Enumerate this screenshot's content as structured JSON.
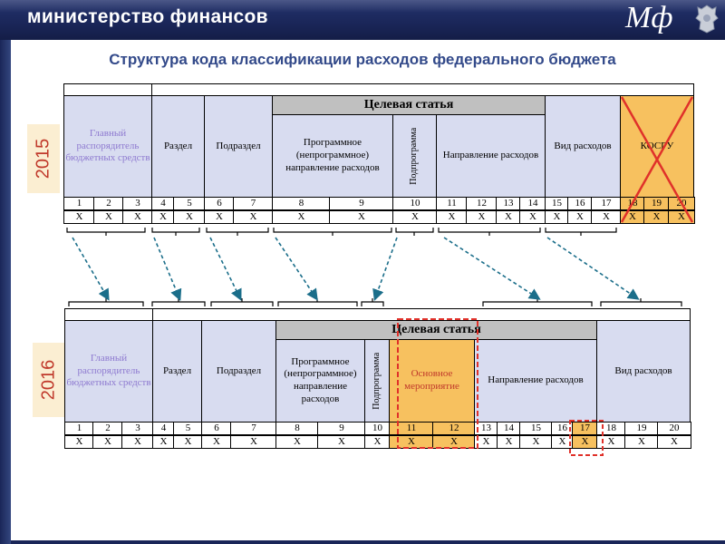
{
  "header": {
    "ministry": "министерство финансов",
    "logo": "Мф"
  },
  "title": "Структура кода классификации расходов федерального бюджета",
  "years": {
    "first": "2015",
    "second": "2016"
  },
  "table_2015": {
    "group_label": "Целевая статья",
    "headers": {
      "main_manager": "Главный распорядитель бюджетных средств",
      "section": "Раздел",
      "subsection": "Подраздел",
      "program": "Программное (непрограммное) направление расходов",
      "subprogram": "Подпрограмма",
      "direction": "Направление расходов",
      "type": "Вид расходов",
      "kosgu": "КОСГУ"
    },
    "numbers": [
      "1",
      "2",
      "3",
      "4",
      "5",
      "6",
      "7",
      "8",
      "9",
      "10",
      "11",
      "12",
      "13",
      "14",
      "15",
      "16",
      "17",
      "18",
      "19",
      "20"
    ],
    "marker": "Х"
  },
  "table_2016": {
    "group_label": "Целевая статья",
    "headers": {
      "main_manager": "Главный распорядитель бюджетных средств",
      "section": "Раздел",
      "subsection": "Подраздел",
      "program": "Программное (непрограммное) направление расходов",
      "subprogram": "Подпрограмма",
      "main_event": "Основное мероприятие",
      "direction": "Направление расходов",
      "type": "Вид расходов"
    },
    "numbers": [
      "1",
      "2",
      "3",
      "4",
      "5",
      "6",
      "7",
      "8",
      "9",
      "10",
      "11",
      "12",
      "13",
      "14",
      "15",
      "16",
      "17",
      "18",
      "19",
      "20"
    ],
    "marker": "Х"
  },
  "colors": {
    "header_bg": "#1a2658",
    "cell_blue": "#d8dcf0",
    "group_gray": "#c0c0c0",
    "highlight_orange": "#f7c15f",
    "cross_red": "#e0312a",
    "arrow_teal": "#1b6e8a"
  }
}
